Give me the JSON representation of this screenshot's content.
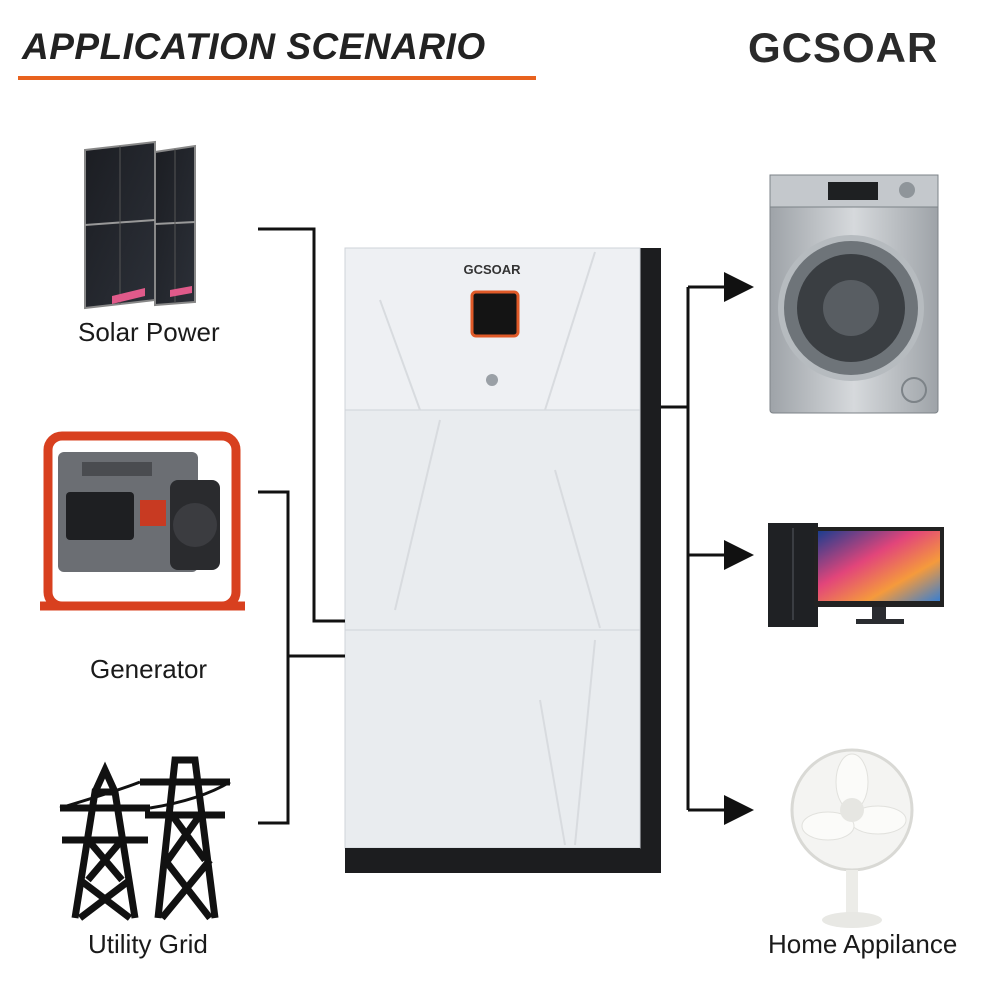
{
  "title": "APPLICATION SCENARIO",
  "brand": "GCSOAR",
  "inputs": [
    {
      "label": "Solar Power",
      "icon": "solar-panel-icon"
    },
    {
      "label": "Generator",
      "icon": "generator-icon"
    },
    {
      "label": "Utility Grid",
      "icon": "transmission-tower-icon"
    }
  ],
  "center": {
    "brand": "GCSOAR"
  },
  "outputs": [
    {
      "icon": "washing-machine-icon"
    },
    {
      "icon": "desktop-computer-icon"
    },
    {
      "icon": "fan-icon"
    }
  ],
  "output_label": "Home Appilance",
  "colors": {
    "accent": "#e8621e",
    "line": "#111111"
  }
}
